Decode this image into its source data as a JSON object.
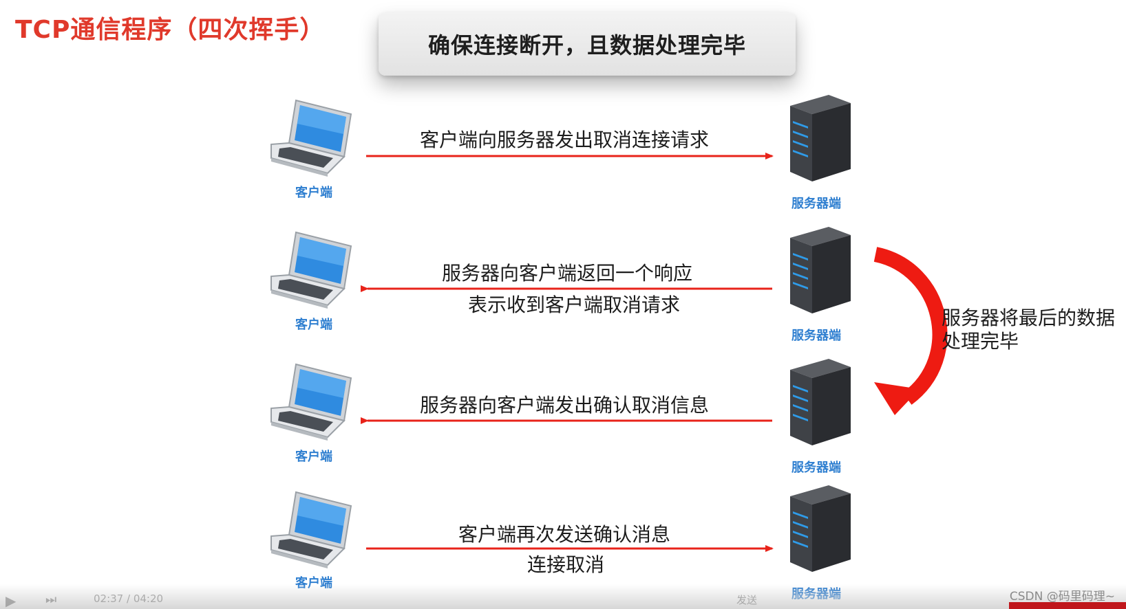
{
  "title": "TCP通信程序（四次挥手）",
  "banner": "确保连接断开，且数据处理完毕",
  "client_label": "客户端",
  "server_label": "服务器端",
  "steps": [
    {
      "direction": "to-server",
      "lines": [
        "客户端向服务器发出取消连接请求"
      ]
    },
    {
      "direction": "to-client",
      "lines": [
        "服务器向客户端返回一个响应",
        "表示收到客户端取消请求"
      ]
    },
    {
      "direction": "to-client",
      "lines": [
        "服务器向客户端发出确认取消信息"
      ]
    },
    {
      "direction": "to-server",
      "lines": [
        "客户端再次发送确认消息",
        "连接取消"
      ]
    }
  ],
  "side_note": [
    "服务器将最后的数据",
    "处理完毕"
  ],
  "player": {
    "time": "02:37 / 04:20",
    "send_label": "发送"
  },
  "watermark": "CSDN @码里码理~",
  "colors": {
    "accent": "#e0392b",
    "arrow": "#e8231a",
    "caption": "#2f7fd0"
  }
}
